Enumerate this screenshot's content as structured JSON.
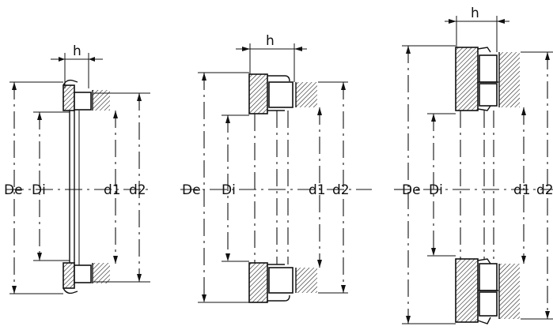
{
  "bearings": [
    {
      "h": "h",
      "De": "De",
      "Di": "Di",
      "d1": "d1",
      "d2": "d2"
    },
    {
      "h": "h",
      "De": "De",
      "Di": "Di",
      "d1": "d1",
      "d2": "d2"
    },
    {
      "h": "h",
      "De": "De",
      "Di": "Di",
      "d1": "d1",
      "d2": "d2"
    }
  ]
}
